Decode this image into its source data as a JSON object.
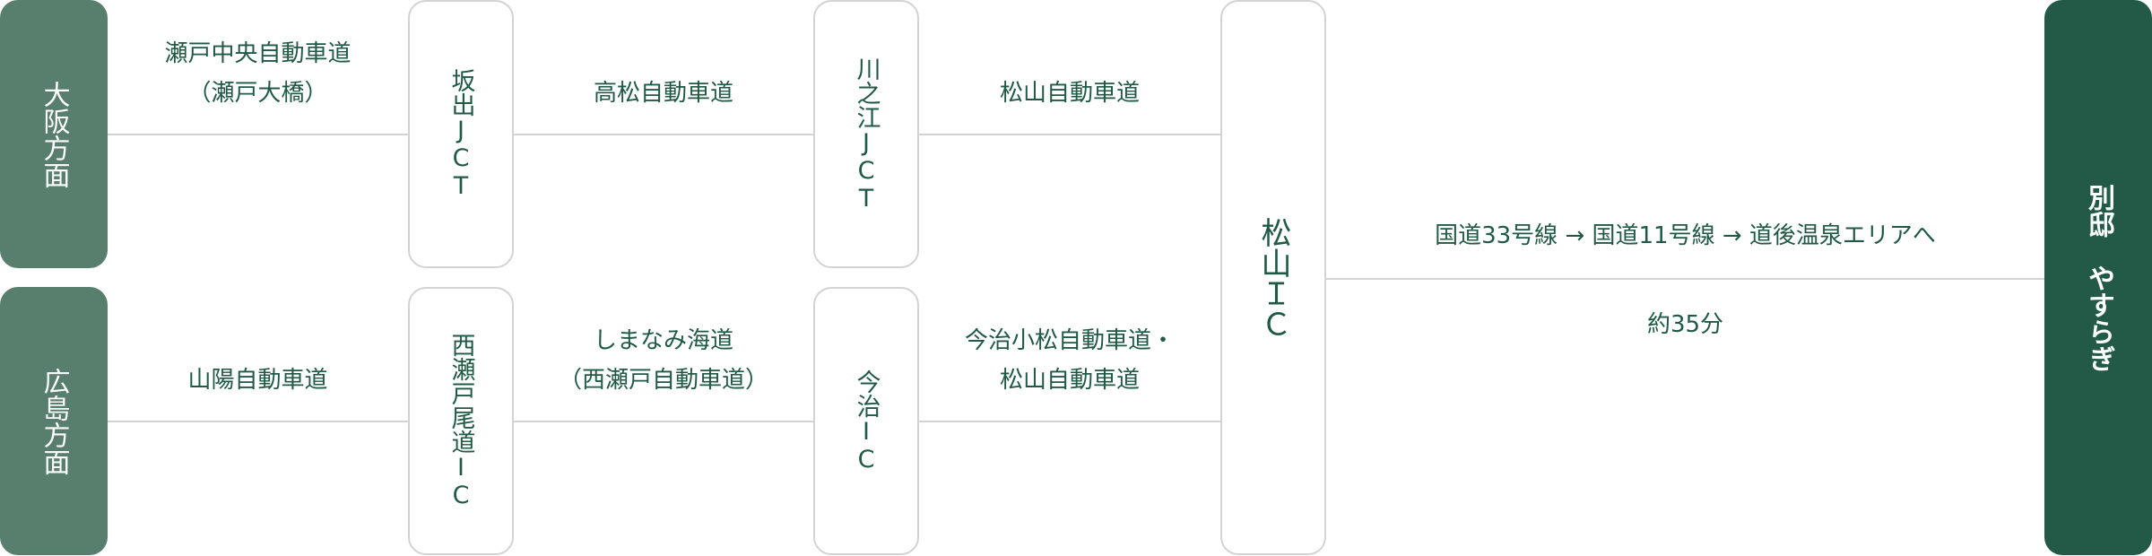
{
  "origins": [
    {
      "label": "大阪方面"
    },
    {
      "label": "広島方面"
    }
  ],
  "routes": {
    "osaka": {
      "segments": [
        {
          "label_line1": "瀬戸中央自動車道",
          "label_line2": "（瀬戸大橋）"
        },
        {
          "label_line1": "高松自動車道"
        },
        {
          "label_line1": "松山自動車道"
        }
      ],
      "nodes": [
        {
          "label": "坂出JCT"
        },
        {
          "label": "川之江JCT"
        }
      ]
    },
    "hiroshima": {
      "segments": [
        {
          "label_line1": "山陽自動車道"
        },
        {
          "label_line1": "しまなみ海道",
          "label_line2": "（西瀬戸自動車道）"
        },
        {
          "label_line1": "今治小松自動車道・",
          "label_line2": "松山自動車道"
        }
      ],
      "nodes": [
        {
          "label": "西瀬戸尾道IC"
        },
        {
          "label": "今治IC"
        }
      ]
    }
  },
  "merge_node": {
    "label": "松山ＩＣ"
  },
  "final_segment": {
    "route": "国道33号線 → 国道11号線 → 道後温泉エリアへ",
    "duration": "約35分"
  },
  "destination": {
    "label": "別邸　やすらぎ"
  },
  "colors": {
    "origin_bg": "#587e6e",
    "destination_bg": "#225a47",
    "text": "#205a45",
    "line": "#d3d3d3"
  }
}
